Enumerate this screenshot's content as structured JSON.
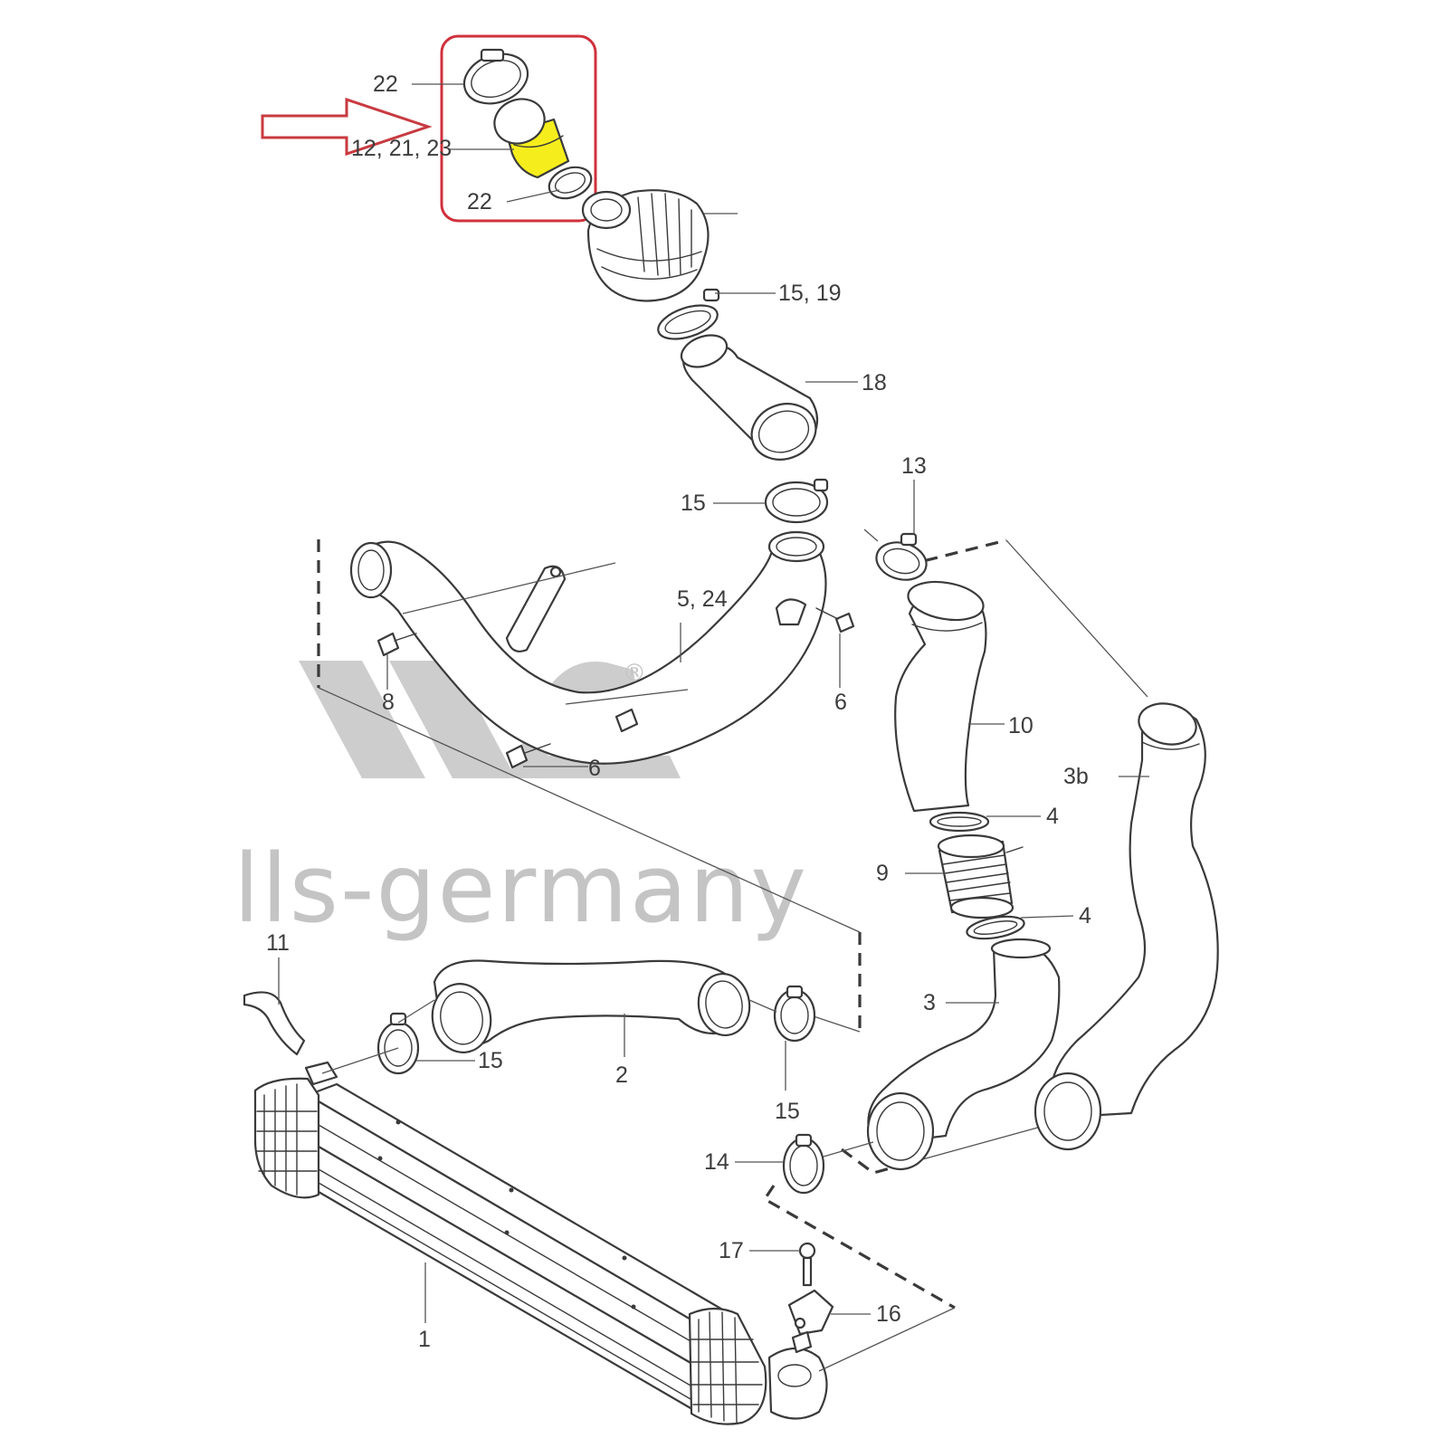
{
  "watermark": {
    "brand": "lls-germany",
    "mark": "®"
  },
  "colors": {
    "highlight_box": "#d0303c",
    "highlight_fill": "#f6ee1c",
    "arrow": "#c83a40",
    "watermark": "#c4c4c4",
    "line": "#3a3a3a"
  },
  "callouts": {
    "c22a": "22",
    "c12": "12, 21, 23",
    "c22b": "22",
    "c1519": "15, 19",
    "c18": "18",
    "c13": "13",
    "c15a": "15",
    "c524": "5, 24",
    "c8": "8",
    "c6a": "6",
    "c6b": "6",
    "c10": "10",
    "c3b": "3b",
    "c4a": "4",
    "c9": "9",
    "c4b": "4",
    "c3": "3",
    "c11": "11",
    "c15b": "15",
    "c2": "2",
    "c15c": "15",
    "c14": "14",
    "c17": "17",
    "c16": "16",
    "c1": "1"
  }
}
